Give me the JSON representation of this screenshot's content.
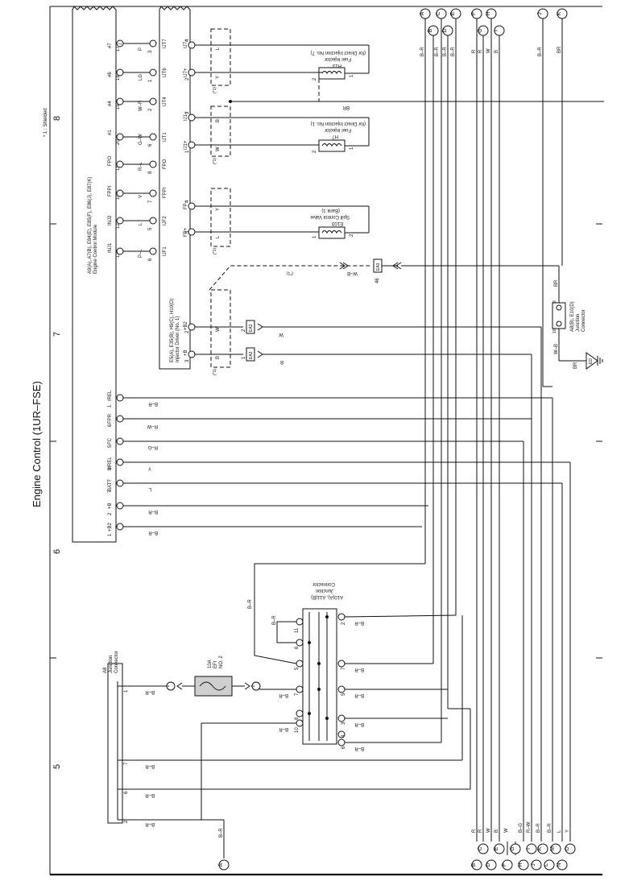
{
  "page": {
    "title": "Engine Control (1UR–FSE)",
    "grid_numbers": [
      "8",
      "7",
      "6",
      "5"
    ],
    "shield_note": "* 1 : Shielded"
  },
  "ecm": {
    "name_lines": [
      "A9(A), A7(B), E84(E), E85(F), E86(J), E87(K)",
      "Engine Control Module"
    ],
    "top_pins": [
      {
        "label": "#7",
        "num": "17",
        "conn": "J",
        "wire": "P",
        "inj_pin": "3",
        "inj_conn": "A",
        "inj_label": "IJT7"
      },
      {
        "label": "#6",
        "num": "18",
        "conn": "J",
        "wire": "LG",
        "inj_pin": "1",
        "inj_conn": "A",
        "inj_label": "IJT6"
      },
      {
        "label": "#4",
        "num": "19",
        "conn": "J",
        "wire": "W–R",
        "inj_pin": "2",
        "inj_conn": "A",
        "inj_label": "IJT4"
      },
      {
        "label": "#1",
        "num": "20",
        "conn": "J",
        "wire": "G–W",
        "inj_pin": "6",
        "inj_conn": "A",
        "inj_label": "IJT1"
      },
      {
        "label": "FPO",
        "num": "11",
        "conn": "K",
        "wire": "R–L",
        "inj_pin": "8",
        "inj_conn": "A",
        "inj_label": "FPO"
      },
      {
        "label": "FPPI",
        "num": "10",
        "conn": "K",
        "wire": "V",
        "inj_pin": "7",
        "inj_conn": "A",
        "inj_label": "FPPI"
      },
      {
        "label": "INJ2",
        "num": "12",
        "conn": "F",
        "wire": "L",
        "inj_pin": "5",
        "inj_conn": "A",
        "inj_label": "IJF2"
      },
      {
        "label": "INJ1",
        "num": "13",
        "conn": "F",
        "wire": "P–L",
        "inj_pin": "6",
        "inj_conn": "A",
        "inj_label": "IJF1"
      }
    ],
    "left_pins": [
      {
        "label": "IREL",
        "num": "1",
        "conn": "A",
        "wire": "B–R"
      },
      {
        "label": "FPR",
        "num": "6",
        "conn": "A",
        "wire": "R–W"
      },
      {
        "label": "FC",
        "num": "5",
        "conn": "A",
        "wire": "R–G"
      },
      {
        "label": "MREL",
        "num": "3",
        "conn": "B",
        "wire": "Y"
      },
      {
        "label": "BATT",
        "num": "7",
        "conn": "A",
        "wire": "L"
      },
      {
        "label": "+B",
        "num": "2",
        "conn": "B",
        "wire": "B–R"
      },
      {
        "label": "+B2",
        "num": "1",
        "conn": "B",
        "wire": "B–R"
      }
    ]
  },
  "injector_driver": {
    "name_lines": [
      "E5(A), E35(B), H9(C), H10(D)",
      "Injector Driver (No. 1)"
    ],
    "right_pins": [
      {
        "label": "IJ7–",
        "num": "4",
        "conn": "C"
      },
      {
        "label": "IJ7+",
        "num": "2",
        "conn": "C"
      },
      {
        "label": "IJ1–",
        "num": "3",
        "conn": "C"
      },
      {
        "label": "IJ1+",
        "num": "1",
        "conn": "C"
      },
      {
        "label": "FP–",
        "num": "4",
        "conn": "D"
      },
      {
        "label": "FP+",
        "num": "3",
        "conn": "D"
      },
      {
        "label": "+B2",
        "num": "2",
        "conn": "B"
      },
      {
        "label": "+B",
        "num": "3",
        "conn": "B"
      }
    ]
  },
  "components": {
    "h13": {
      "name_lines": [
        "H13",
        "Fuel Injector",
        "(for Direct Injection No. 7)"
      ],
      "pins": [
        "2",
        "1"
      ],
      "wires": [
        "L",
        "Y"
      ]
    },
    "h7": {
      "name_lines": [
        "H7",
        "Fuel Injector",
        "(for Direct Injection No. 1)"
      ],
      "pins": [
        "2",
        "1"
      ],
      "wires": [
        "B",
        "W"
      ]
    },
    "e103": {
      "name_lines": [
        "E103",
        "Spill Control Valve",
        "(Bank 1)"
      ],
      "pins": [
        "1",
        "2"
      ],
      "wires": [
        "Y",
        "L"
      ]
    },
    "br_wire": "BR",
    "shield_tag": "(*1)",
    "ea3": {
      "id": "EA3",
      "num": "46",
      "wire": "W–B"
    },
    "ea3_pins": [
      {
        "id": "EA3",
        "num": "2",
        "wire": "W"
      },
      {
        "id": "EA3",
        "num": "1",
        "wire": "B"
      }
    ],
    "e51": {
      "name_lines": [
        "A8(B), E10(D)",
        "Junction",
        "Connector"
      ],
      "pins": [
        "9",
        "10"
      ],
      "wires": [
        "BR",
        "W–B"
      ]
    },
    "ground": {
      "id": "ED",
      "wire": "BR"
    }
  },
  "junction_a10": {
    "name_lines": [
      "A10(A), A11(B)",
      "Junction",
      "Connector"
    ],
    "left_pins": [
      "11",
      "6",
      "5",
      "7",
      "8",
      "10"
    ],
    "right_pins": [
      "2",
      "7",
      "5",
      "3",
      "4",
      "6"
    ],
    "left_wires": [
      "B–R",
      "B–R",
      "B–R",
      "B–R"
    ],
    "right_wires": [
      "B–R",
      "B–R",
      "B–R",
      "B–R",
      "B–R",
      "B–R"
    ],
    "link_wire": "B–R",
    "loop_wire": "B–R"
  },
  "junction_a8": {
    "name_lines": [
      "A8",
      "Junction",
      "Connector"
    ],
    "pins": [
      "1",
      "7",
      "6",
      "2"
    ],
    "wires": [
      "B–R",
      "B–R",
      "B–R",
      "B–R"
    ],
    "wire_a": "B–R"
  },
  "fuse": {
    "label_lines": [
      "10A",
      "EFI",
      "NO. 2"
    ],
    "left_conn": "2",
    "right_conn": "2",
    "wire": "B–R"
  },
  "top_terminals": {
    "circles": [
      "A",
      "B",
      "C",
      "D",
      "E",
      "F",
      "G",
      "H",
      "I",
      "J",
      "K"
    ],
    "wire_labels": [
      "B–R",
      "B–R",
      "B–R",
      "B–R",
      "R",
      "R",
      "W",
      "B",
      "B–R",
      "BR"
    ]
  },
  "bottom_terminals": {
    "wire_labels": [
      "R",
      "R",
      "W",
      "B",
      "W",
      "B–G",
      "R–W",
      "B–R",
      "B–R",
      "L",
      "Y"
    ],
    "circles_row1": [
      "C",
      "E",
      "G",
      "I",
      "K",
      "M",
      "O"
    ],
    "circles_row2": [
      "B",
      "D",
      "F",
      "H",
      "J",
      "L",
      "N"
    ],
    "left_circle": "A"
  }
}
